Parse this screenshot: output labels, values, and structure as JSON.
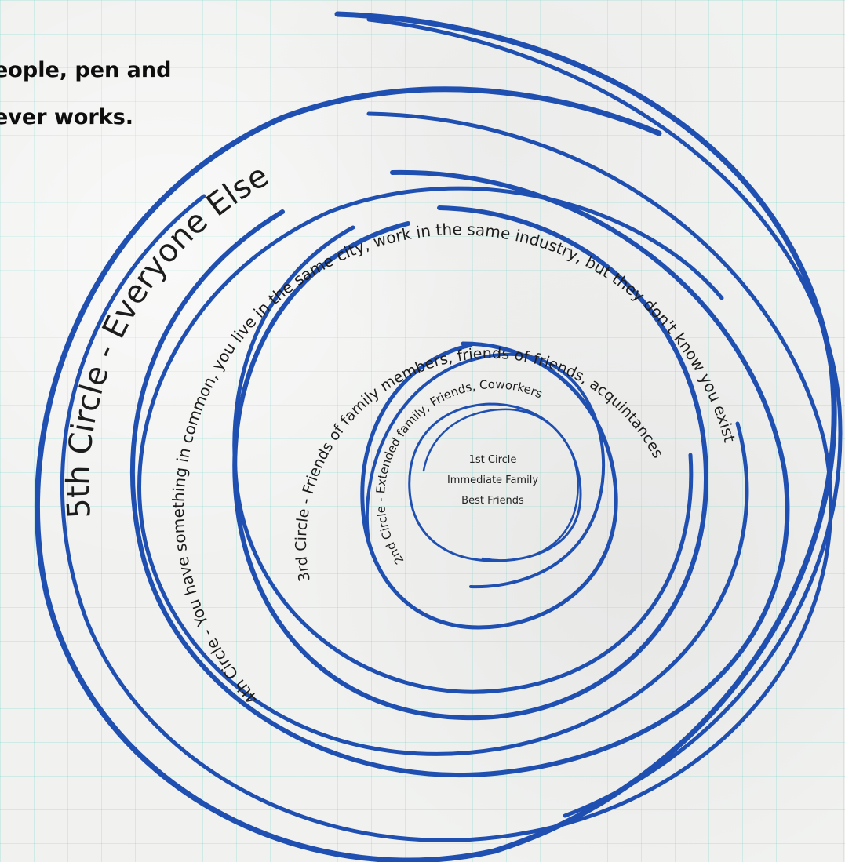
{
  "headline": {
    "line1": "eople, pen and",
    "line2": "ever works."
  },
  "circles": {
    "first": {
      "line1": "1st Circle",
      "line2": "Immediate Family",
      "line3": "Best Friends"
    },
    "second": "2nd Circle - Extended family, Friends, Coworkers",
    "third": "3rd Circle - Friends of family members, friends of friends, acquintances",
    "fourth": "4th Circle - You have something in common, you live in the same city, work in the same industry, but they don't know you exist",
    "fifth": "5th Circle - Everyone Else"
  },
  "colors": {
    "ink": "#1f4fb0",
    "grid": "#78d2c8",
    "paper": "#f1f2f0",
    "text": "#1c1c1c"
  }
}
